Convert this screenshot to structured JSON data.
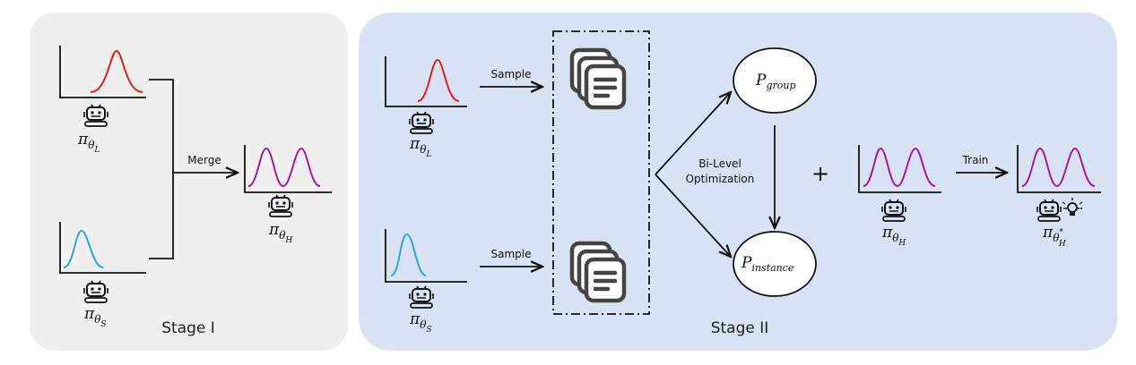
{
  "stage1": {
    "label": "Stage I",
    "merge_label": "Merge",
    "policies": {
      "large": {
        "pi": "π",
        "theta": "θ",
        "sub": "L"
      },
      "small": {
        "pi": "π",
        "theta": "θ",
        "sub": "S"
      },
      "merged": {
        "pi": "π",
        "theta": "θ",
        "sub": "H"
      }
    }
  },
  "stage2": {
    "label": "Stage II",
    "sample_label": "Sample",
    "bilevel_line1": "Bi-Level",
    "bilevel_line2": "Optimization",
    "plus": "+",
    "train_label": "Train",
    "p_group": {
      "p": "P",
      "sub": "group"
    },
    "p_instance": {
      "p": "P",
      "sub": "instance"
    },
    "policies": {
      "large": {
        "pi": "π",
        "theta": "θ",
        "sub": "L"
      },
      "small": {
        "pi": "π",
        "theta": "θ",
        "sub": "S"
      },
      "merged": {
        "pi": "π",
        "theta": "θ",
        "sub": "H"
      },
      "trained": {
        "pi": "π",
        "theta": "θ",
        "sup": "*",
        "sub": "H"
      }
    }
  },
  "colors": {
    "stage1_bg": "#f0f0f0",
    "stage2_bg": "#d8e2f2",
    "red_curve": "#e02020",
    "cyan_curve": "#29a8e0",
    "purple_curve": "#a0208f",
    "stroke": "#111111",
    "doc_icon": "#444444"
  },
  "icons": [
    "robot-icon",
    "document-stack-icon",
    "lightbulb-icon"
  ]
}
